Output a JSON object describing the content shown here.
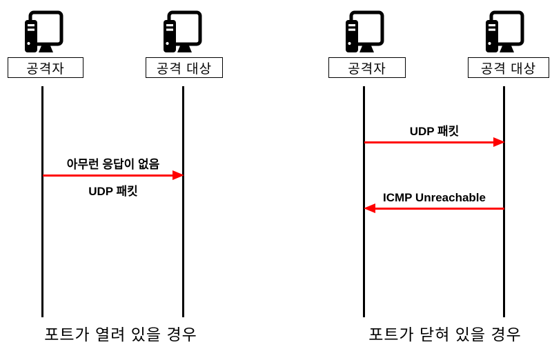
{
  "colors": {
    "arrow": "#ff0000",
    "ink": "#000000"
  },
  "diagrams": [
    {
      "caption": "포트가 열려 있을 경우",
      "actors": [
        {
          "label": "공격자"
        },
        {
          "label": "공격 대상"
        }
      ],
      "messages": [
        {
          "label_above": "아무런 응답이 없음",
          "label_below": "UDP 패킷",
          "direction": "right"
        }
      ]
    },
    {
      "caption": "포트가 닫혀 있을 경우",
      "actors": [
        {
          "label": "공격자"
        },
        {
          "label": "공격 대상"
        }
      ],
      "messages": [
        {
          "label_above": "UDP 패킷",
          "direction": "right"
        },
        {
          "label_above": "ICMP Unreachable",
          "direction": "left"
        }
      ]
    }
  ]
}
